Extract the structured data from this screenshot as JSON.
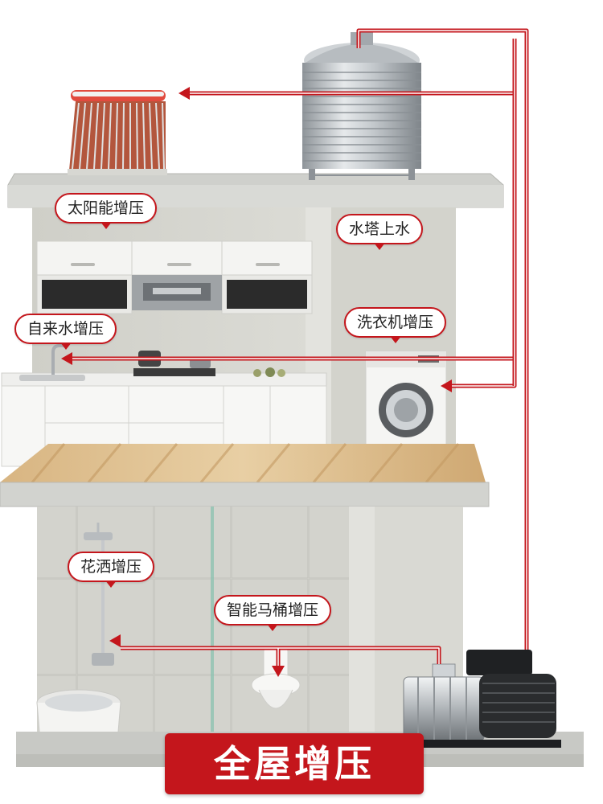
{
  "labels": {
    "solar": "太阳能增压",
    "water_tower": "水塔上水",
    "tap_water": "自来水增压",
    "washing_machine": "洗衣机增压",
    "shower": "花洒增压",
    "smart_toilet": "智能马桶增压"
  },
  "banner": "全屋增压",
  "colors": {
    "accent_red": "#c4161c",
    "wall": "#d6d6d0",
    "wood_floor": "#d9b98a",
    "steel": "#b8bcc0"
  },
  "icons": [
    "solar-water-heater-icon",
    "water-tower-icon",
    "kitchen-cabinets-icon",
    "range-hood-icon",
    "faucet-icon",
    "washing-machine-icon",
    "shower-icon",
    "bathtub-icon",
    "toilet-icon",
    "booster-pump-icon"
  ]
}
